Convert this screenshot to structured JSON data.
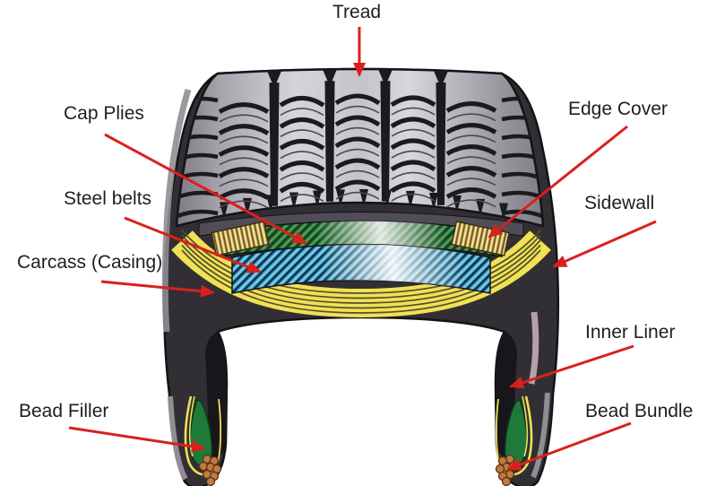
{
  "diagram": {
    "labels": {
      "tread": "Tread",
      "cap_plies": "Cap Plies",
      "steel_belts": "Steel belts",
      "carcass": "Carcass (Casing)",
      "bead_filler": "Bead Filler",
      "edge_cover": "Edge Cover",
      "sidewall": "Sidewall",
      "inner_liner": "Inner Liner",
      "bead_bundle": "Bead Bundle"
    },
    "colors": {
      "arrow_red": "#d9201d",
      "label_text": "#1f1e1e",
      "rubber_dark": "#312f34",
      "outline_black": "#141317",
      "groove_black": "#1b1a1e",
      "cut_gray": "#908d94",
      "pink_cut": "#b5a0aa",
      "cap_ply_green": "#2e7a3b",
      "cap_ply_dark": "#123b1c",
      "cap_ply_light": "#63b067",
      "steel_belt_blue": "#3fa3cf",
      "steel_belt_dark": "#0c2c3e",
      "steel_belt_light": "#9fdcec",
      "carcass_yellow": "#f0e155",
      "carcass_stripe": "#554e2e",
      "edge_gold": "#d9b959",
      "edge_brown": "#6e5520",
      "edge_cream": "#f8f1d2",
      "bead_filler_green": "#1f7a3a",
      "bead_copper": "#c07a42",
      "copper_outline": "#5c3212",
      "background": "#ffffff"
    }
  }
}
